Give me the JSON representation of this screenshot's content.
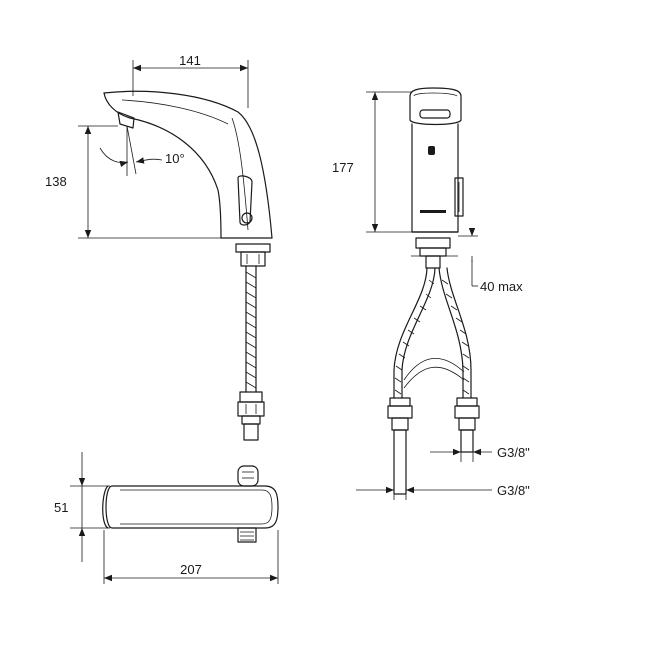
{
  "dimensions": {
    "side_width": "141",
    "side_height": "138",
    "angle": "10°",
    "front_height": "177",
    "max_depth": "40 max",
    "thread_upper": "G3/8\"",
    "thread_lower": "G3/8\"",
    "top_height": "51",
    "top_length": "207"
  },
  "colors": {
    "line": "#1a1a1a",
    "background": "#ffffff"
  }
}
